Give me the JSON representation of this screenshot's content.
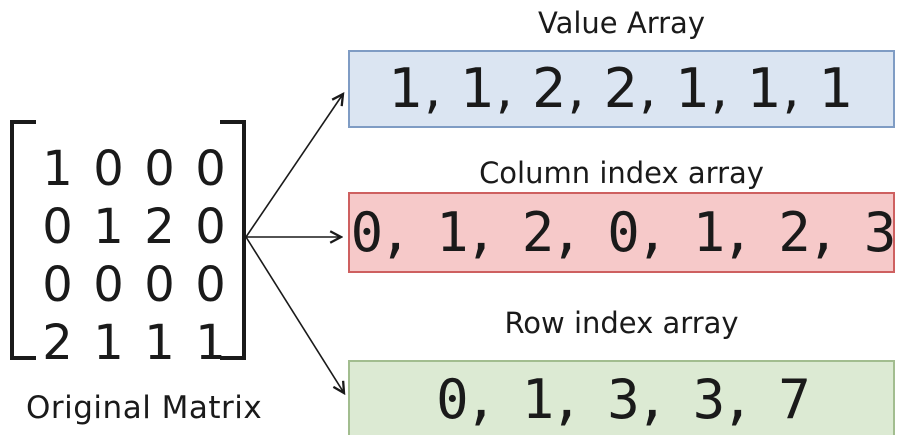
{
  "title": "Sparse matrix CSR representation diagram",
  "matrix": {
    "label": "Original Matrix",
    "rows": [
      [
        "1",
        "0",
        "0",
        "0"
      ],
      [
        "0",
        "1",
        "2",
        "0"
      ],
      [
        "0",
        "0",
        "0",
        "0"
      ],
      [
        "2",
        "1",
        "1",
        "1"
      ]
    ]
  },
  "arrays": {
    "value": {
      "label": "Value Array",
      "values": "1, 1, 2, 2, 1, 1, 1",
      "fill": "#dbe5f2",
      "border": "#7f9cc4"
    },
    "column": {
      "label": "Column index array",
      "values": "0, 1, 2, 0, 1, 2, 3",
      "fill": "#f6c9c9",
      "border": "#ce6060"
    },
    "row": {
      "label": "Row index array",
      "values": "0, 1, 3, 3, 7",
      "fill": "#dcead3",
      "border": "#a2bd8f"
    }
  },
  "colors": {
    "text": "#1a1a1a",
    "arrow": "#1a1a1a",
    "background": "#ffffff"
  }
}
